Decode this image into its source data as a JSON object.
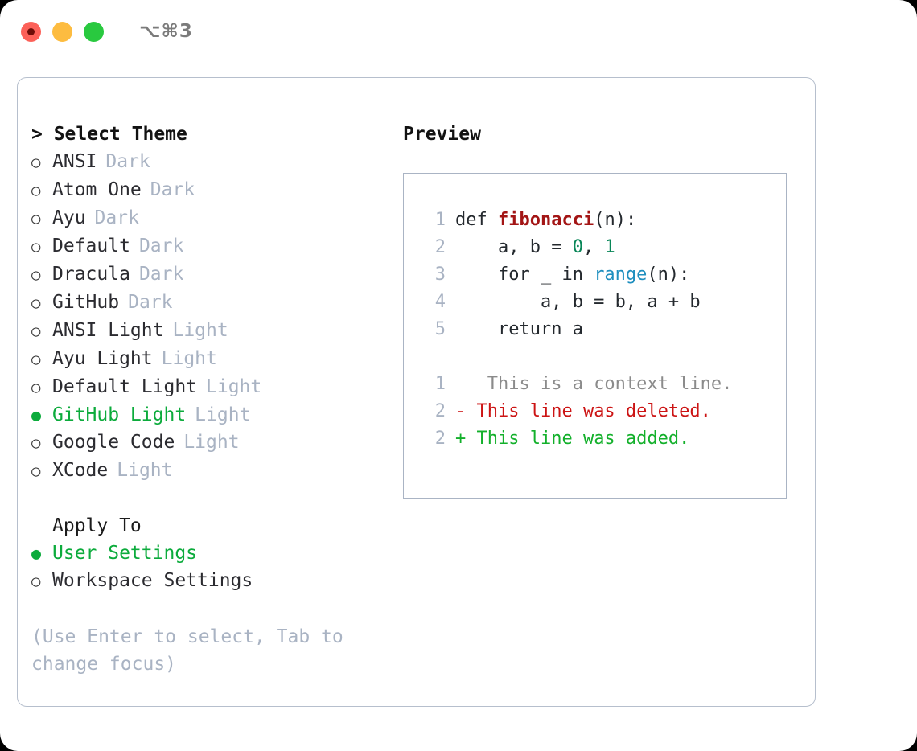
{
  "titlebar": {
    "shortcut": "⌥⌘3",
    "lights": [
      {
        "name": "close",
        "color": "#fc6058"
      },
      {
        "name": "minimize",
        "color": "#fdbc40"
      },
      {
        "name": "maximize",
        "color": "#29c93f"
      }
    ]
  },
  "theme_list": {
    "header": "> Select Theme",
    "items": [
      {
        "bullet": "○",
        "name": "ANSI",
        "kind": "Dark",
        "selected": false
      },
      {
        "bullet": "○",
        "name": "Atom One",
        "kind": "Dark",
        "selected": false
      },
      {
        "bullet": "○",
        "name": "Ayu",
        "kind": "Dark",
        "selected": false
      },
      {
        "bullet": "○",
        "name": "Default",
        "kind": "Dark",
        "selected": false
      },
      {
        "bullet": "○",
        "name": "Dracula",
        "kind": "Dark",
        "selected": false
      },
      {
        "bullet": "○",
        "name": "GitHub",
        "kind": "Dark",
        "selected": false
      },
      {
        "bullet": "○",
        "name": "ANSI Light",
        "kind": "Light",
        "selected": false
      },
      {
        "bullet": "○",
        "name": "Ayu Light",
        "kind": "Light",
        "selected": false
      },
      {
        "bullet": "○",
        "name": "Default Light",
        "kind": "Light",
        "selected": false
      },
      {
        "bullet": "●",
        "name": "GitHub Light",
        "kind": "Light",
        "selected": true
      },
      {
        "bullet": "○",
        "name": "Google Code",
        "kind": "Light",
        "selected": false
      },
      {
        "bullet": "○",
        "name": "XCode",
        "kind": "Light",
        "selected": false
      }
    ]
  },
  "apply_to": {
    "header": "Apply To",
    "options": [
      {
        "bullet": "●",
        "label": "User Settings",
        "selected": true
      },
      {
        "bullet": "○",
        "label": "Workspace Settings",
        "selected": false
      }
    ]
  },
  "hint": "(Use Enter to select, Tab to change focus)",
  "preview": {
    "header": "Preview",
    "code_lines": [
      {
        "number": "1",
        "tokens": [
          {
            "text": "def ",
            "style": "plain"
          },
          {
            "text": "fibonacci",
            "style": "fn"
          },
          {
            "text": "(n):",
            "style": "plain"
          }
        ]
      },
      {
        "number": "2",
        "tokens": [
          {
            "text": "    a, b = ",
            "style": "plain"
          },
          {
            "text": "0",
            "style": "num"
          },
          {
            "text": ", ",
            "style": "plain"
          },
          {
            "text": "1",
            "style": "num"
          }
        ]
      },
      {
        "number": "3",
        "tokens": [
          {
            "text": "    for _ in ",
            "style": "plain"
          },
          {
            "text": "range",
            "style": "call"
          },
          {
            "text": "(n):",
            "style": "plain"
          }
        ]
      },
      {
        "number": "4",
        "tokens": [
          {
            "text": "        a, b = b, a + b",
            "style": "plain"
          }
        ]
      },
      {
        "number": "5",
        "tokens": [
          {
            "text": "    return a",
            "style": "plain"
          }
        ]
      }
    ],
    "diff_lines": [
      {
        "number": "1",
        "marker": " ",
        "text": "  This is a context line.",
        "kind": "context"
      },
      {
        "number": "2",
        "marker": "-",
        "text": " This line was deleted.",
        "kind": "deleted"
      },
      {
        "number": "2",
        "marker": "+",
        "text": " This line was added.",
        "kind": "added"
      }
    ]
  },
  "colors": {
    "accent_green": "#0cab3c",
    "muted": "#a9b3c3",
    "text": "#2b2b30",
    "border": "#b6bfcd",
    "diff_deleted": "#cc1414",
    "diff_added": "#13b02b",
    "syntax_function": "#a31515",
    "syntax_number": "#098658",
    "syntax_call": "#1f8fbf"
  }
}
